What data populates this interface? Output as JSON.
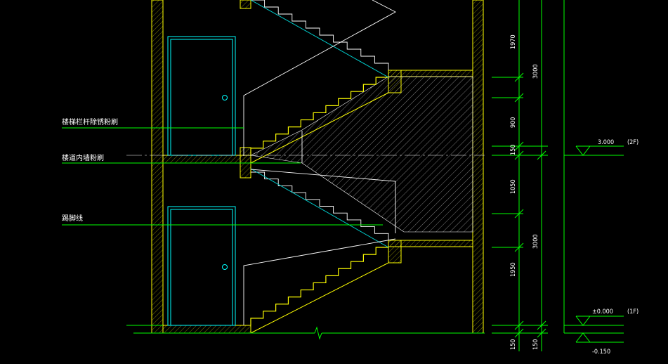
{
  "notes": {
    "railing": "楼梯栏杆除锈粉刷",
    "inner_wall": "楼道内墙粉刷",
    "skirting": "踢脚线"
  },
  "dimensions": {
    "seg_1970": "1970",
    "seg_900": "900",
    "seg_150_upper": "150",
    "seg_1050": "1050",
    "seg_1950": "1950",
    "seg_150_bottom_a": "150",
    "seg_150_bottom_b": "150",
    "storey_upper": "3000",
    "storey_lower": "3000"
  },
  "levels": {
    "level_2f_value": "3.000",
    "level_2f_tag": "(2F)",
    "level_1f_value": "±0.000",
    "level_1f_tag": "(1F)",
    "level_ground": "-0.150"
  },
  "colors": {
    "background": "#000000",
    "wall": "#ffff00",
    "leader": "#00ff00",
    "stair_line": "#ffffff",
    "door": "#00ffff",
    "hatch": "#aaaaaa",
    "railing": "#00cccc"
  }
}
